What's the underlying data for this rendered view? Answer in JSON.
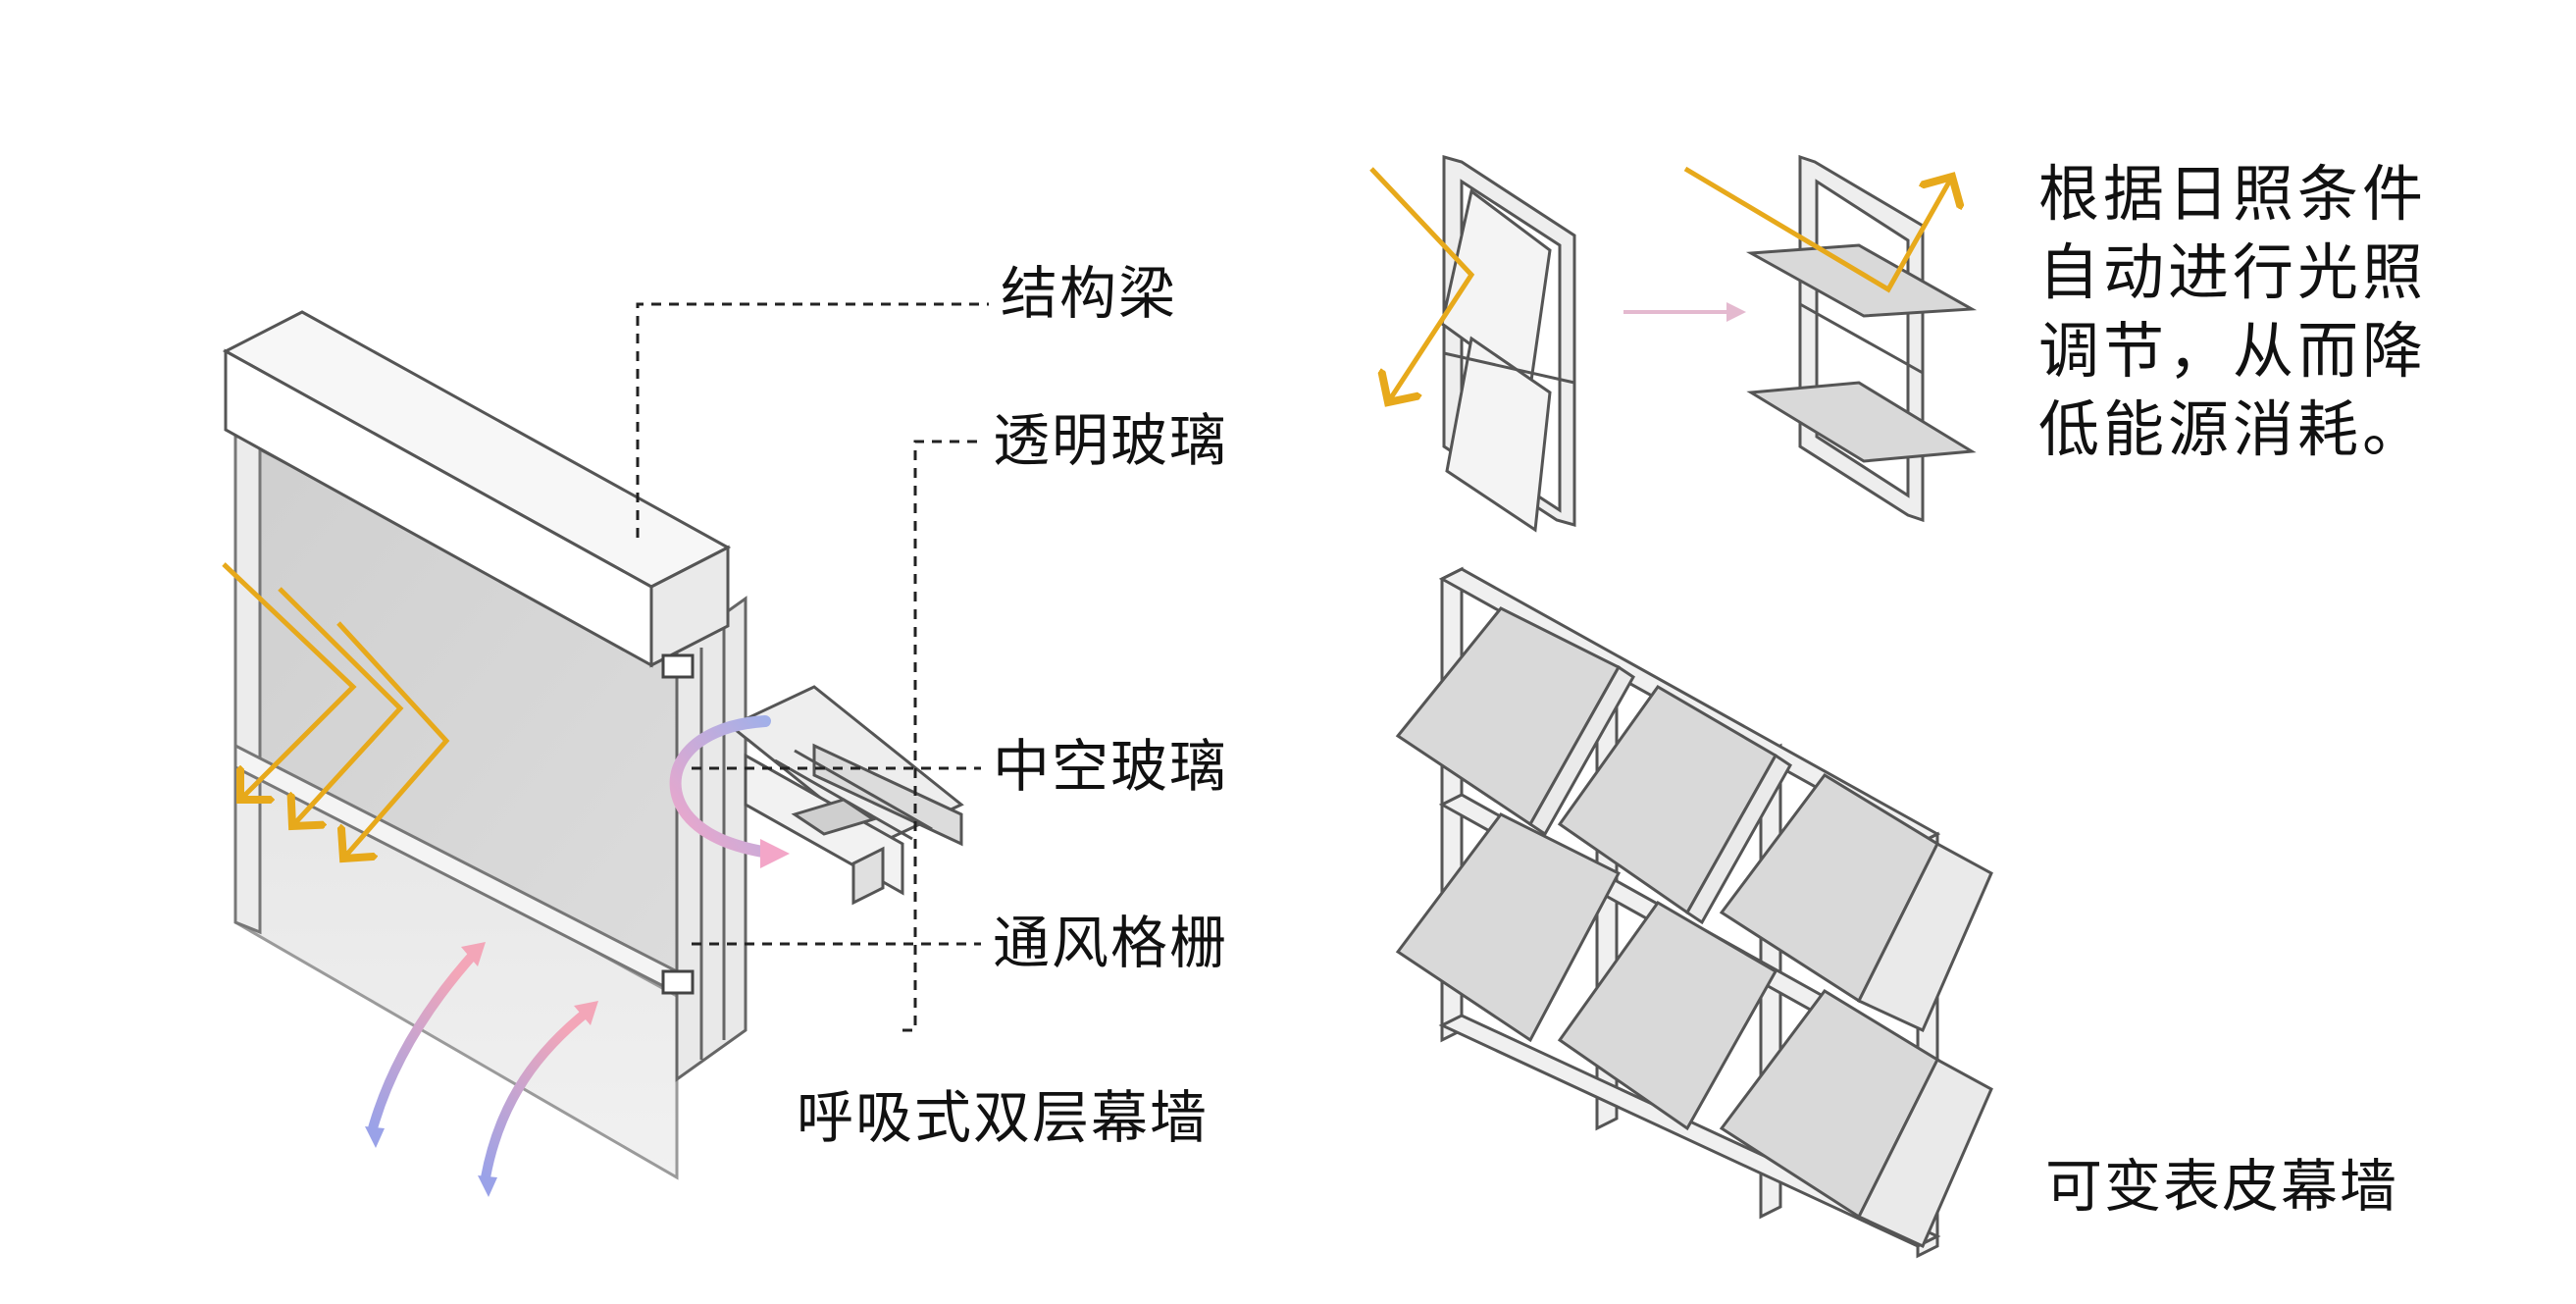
{
  "labels": {
    "beam": "结构梁",
    "clear_glass": "透明玻璃",
    "insulated_glass": "中空玻璃",
    "vent_grille": "通风格栅",
    "double_skin_title": "呼吸式双层幕墙",
    "adaptive_title": "可变表皮幕墙"
  },
  "description": {
    "lines": [
      "根据日照条件",
      "自动进行光照",
      "调节，从而降",
      "低能源消耗。"
    ]
  },
  "colors": {
    "sunlight_arrow": "#E7A91B",
    "warm_air": "#F3A6B8",
    "cool_air": "#9AA2E8",
    "transition_arrow": "#E4B9CF",
    "panel_fill": "#D9D9D9",
    "frame_stroke": "#555555",
    "leader_line": "#222222"
  },
  "icons": {
    "sun_ray": "zigzag-arrow",
    "airflow": "curved-gradient-arrow",
    "transform": "right-arrow"
  }
}
